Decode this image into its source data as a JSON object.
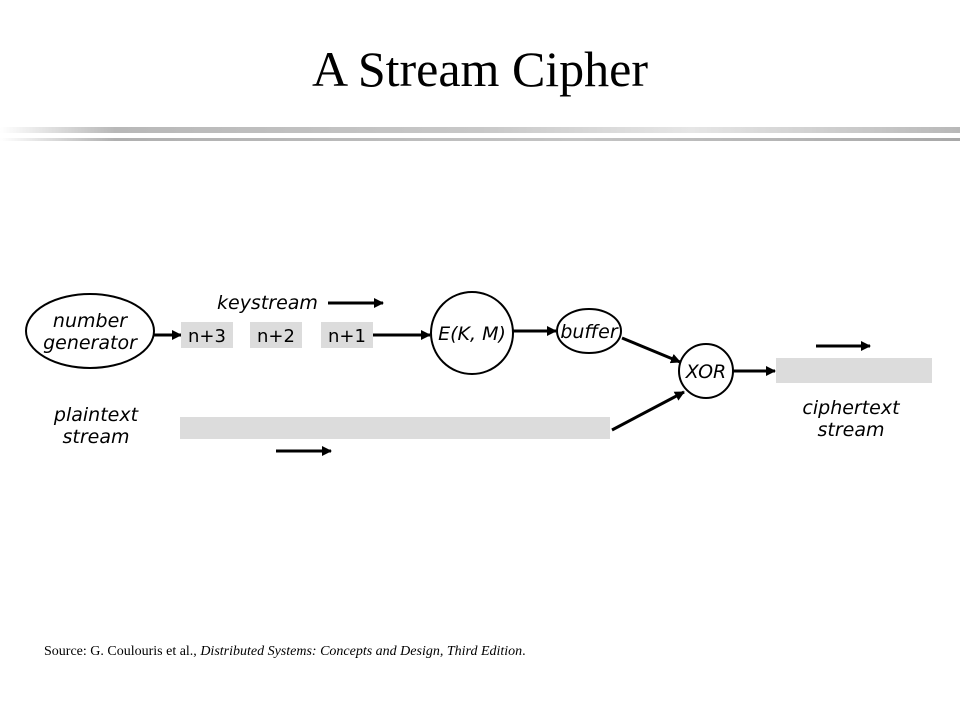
{
  "title": "A Stream Cipher",
  "diagram": {
    "generator": [
      "number",
      "generator"
    ],
    "keystream_label": "keystream",
    "cells": [
      "n+3",
      "n+2",
      "n+1"
    ],
    "encrypt": "E(K, M)",
    "buffer": "buffer",
    "xor": "XOR",
    "plaintext": [
      "plaintext",
      "stream"
    ],
    "ciphertext": [
      "ciphertext",
      "stream"
    ]
  },
  "source": {
    "prefix": "Source: G. Coulouris et al., ",
    "book": "Distributed Systems: Concepts and Design, Third Edition",
    "suffix": "."
  },
  "colors": {
    "bar_fill": "#dcdcdc",
    "rule": "#b8b8b8"
  }
}
